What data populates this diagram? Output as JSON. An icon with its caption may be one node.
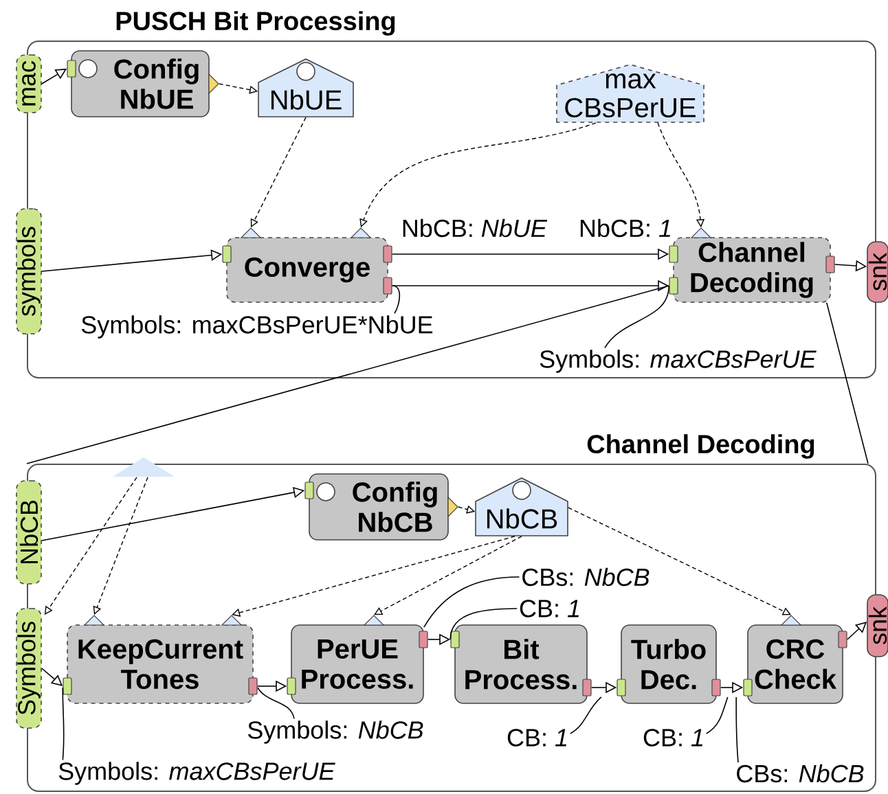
{
  "diagram": {
    "nodes": [
      {
        "text": [
          "PUSCH Bit Processing"
        ]
      },
      {
        "text": [
          "mac"
        ],
        "in": 0
      },
      {
        "text": [
          "symbols"
        ],
        "in": 0
      },
      {
        "text": [
          "Config NbUE"
        ],
        "in": 0
      },
      {
        "text": [
          "NbUE"
        ],
        "in": 0
      },
      {
        "text": [
          "max CBsPerUE"
        ],
        "in": 0
      },
      {
        "text": [
          "Converge"
        ],
        "in": 0
      },
      {
        "text": [
          "Channel Decoding"
        ],
        "in": 0
      },
      {
        "text": [
          "snk"
        ]
      },
      {
        "text": [
          "Channel Decoding"
        ]
      },
      {
        "text": [
          "NbCB"
        ],
        "in": 9
      },
      {
        "text": [
          "Symbols"
        ],
        "in": 9
      },
      {
        "text": [],
        "shape": "triangle"
      },
      {
        "text": [
          "Config NbCB"
        ],
        "in": 9
      },
      {
        "text": [
          "NbCB"
        ],
        "in": 9
      },
      {
        "text": [
          "KeepCurrent Tones"
        ],
        "in": 9
      },
      {
        "text": [
          "PerUE Process."
        ],
        "in": 9
      },
      {
        "text": [
          "Bit Process."
        ],
        "in": 9
      },
      {
        "text": [
          "Turbo Dec."
        ],
        "in": 9
      },
      {
        "text": [
          "CRC Check"
        ],
        "in": 9
      },
      {
        "text": [
          "snk"
        ]
      },
      {
        "text": [
          "Symbols: maxCBsPerUE*NbUE"
        ],
        "in": 0
      },
      {
        "text": [
          "Symbols: *maxCBsPerUE*"
        ],
        "in": 0
      },
      {
        "text": [
          "Symbols: *maxCBsPerUE*"
        ],
        "in": 9
      },
      {
        "text": [
          "Symbols: *NbCB*"
        ],
        "in": 9
      },
      {
        "text": [
          "CBs: *NbCB*"
        ],
        "in": 9
      },
      {
        "text": [
          "CB: *1*"
        ],
        "in": 9
      },
      {
        "text": [
          "CB: *1*"
        ],
        "in": 9
      },
      {
        "text": [
          "CB: *1*"
        ],
        "in": 9
      },
      {
        "text": [
          "CBs: *NbCB*"
        ],
        "in": 9
      }
    ],
    "edges": [
      {
        "from": 1,
        "to": 3,
        "arrow": "to"
      },
      {
        "from": 3,
        "to": 4,
        "arrow": "to",
        "style": "dashed"
      },
      {
        "from": 4,
        "to": 6,
        "arrow": "to",
        "style": "dashed"
      },
      {
        "from": 5,
        "to": 6,
        "arrow": "to",
        "style": "dashed"
      },
      {
        "from": 5,
        "to": 7,
        "arrow": "to",
        "style": "dashed"
      },
      {
        "from": 2,
        "to": 6,
        "arrow": "to"
      },
      {
        "from": 6,
        "to": 7,
        "arrow": "to"
      },
      {
        "from": 6,
        "to": 7,
        "arrow": "to"
      },
      {
        "from": 7,
        "to": 8,
        "arrow": "to"
      },
      {
        "from": 7,
        "to": 9,
        "arrow": "none"
      },
      {
        "from": 7,
        "to": 9,
        "arrow": "none"
      },
      {
        "from": 10,
        "to": 13,
        "arrow": "to"
      },
      {
        "from": 13,
        "to": 14,
        "arrow": "to",
        "style": "dashed"
      },
      {
        "from": 12,
        "to": 11,
        "arrow": "to",
        "style": "dashed"
      },
      {
        "from": 12,
        "to": 15,
        "arrow": "to",
        "style": "dashed"
      },
      {
        "from": 14,
        "to": 15,
        "arrow": "to",
        "style": "dashed"
      },
      {
        "from": 14,
        "to": 16,
        "arrow": "to",
        "style": "dashed"
      },
      {
        "from": 14,
        "to": 19,
        "arrow": "to",
        "style": "dashed"
      },
      {
        "from": 11,
        "to": 15,
        "arrow": "to"
      },
      {
        "from": 15,
        "to": 16,
        "arrow": "to"
      },
      {
        "from": 16,
        "to": 17,
        "arrow": "to"
      },
      {
        "from": 17,
        "to": 18,
        "arrow": "to"
      },
      {
        "from": 18,
        "to": 19,
        "arrow": "to"
      },
      {
        "from": 19,
        "to": 20,
        "arrow": "to"
      },
      {
        "from": 21,
        "to": 6,
        "arrow": "none"
      },
      {
        "from": 22,
        "to": 7,
        "arrow": "none"
      },
      {
        "from": 23,
        "to": 15,
        "arrow": "none"
      },
      {
        "from": 24,
        "to": 15,
        "arrow": "none"
      },
      {
        "from": 25,
        "to": 16,
        "arrow": "none"
      },
      {
        "from": 26,
        "to": 17,
        "arrow": "none"
      },
      {
        "from": 27,
        "to": 17,
        "arrow": "none"
      },
      {
        "from": 28,
        "to": 18,
        "arrow": "none"
      },
      {
        "from": 29,
        "to": 19,
        "arrow": "none"
      }
    ],
    "labels": [
      "NbCB: *NbUE*",
      "NbCB: *1*"
    ]
  }
}
